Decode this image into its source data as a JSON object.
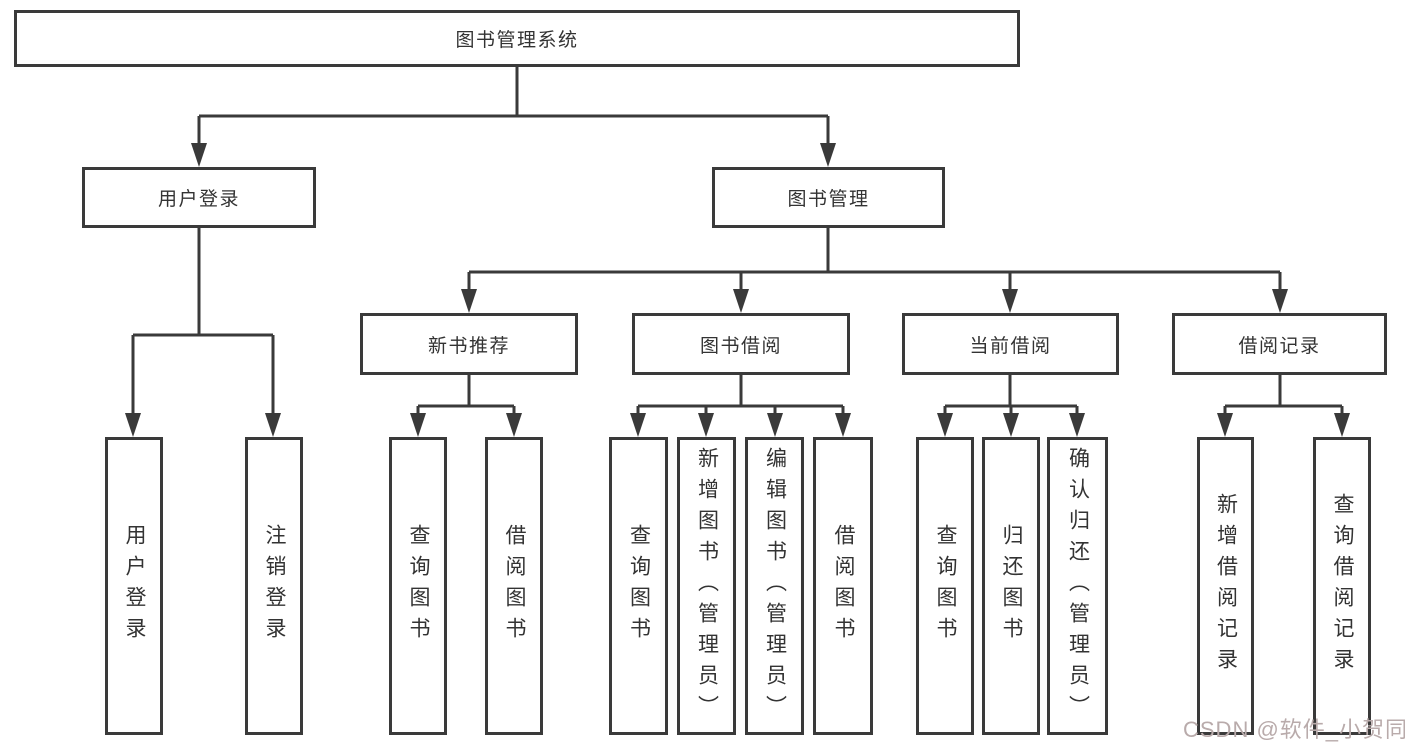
{
  "diagram_title": "图书管理系统",
  "tree": {
    "label": "图书管理系统",
    "children": [
      {
        "label": "用户登录",
        "children": [
          {
            "label": "用户登录"
          },
          {
            "label": "注销登录"
          }
        ]
      },
      {
        "label": "图书管理",
        "children": [
          {
            "label": "新书推荐",
            "children": [
              {
                "label": "查询图书"
              },
              {
                "label": "借阅图书"
              }
            ]
          },
          {
            "label": "图书借阅",
            "children": [
              {
                "label": "查询图书"
              },
              {
                "label": "新增图书（管理员）"
              },
              {
                "label": "编辑图书（管理员）"
              },
              {
                "label": "借阅图书"
              }
            ]
          },
          {
            "label": "当前借阅",
            "children": [
              {
                "label": "查询图书"
              },
              {
                "label": "归还图书"
              },
              {
                "label": "确认归还（管理员）"
              }
            ]
          },
          {
            "label": "借阅记录",
            "children": [
              {
                "label": "新增借阅记录"
              },
              {
                "label": "查询借阅记录"
              }
            ]
          }
        ]
      }
    ]
  },
  "watermark": {
    "text": "CSDN @软件_小贺同学",
    "color": "#b9abab"
  },
  "colors": {
    "line": "#3a3a3a",
    "box_border": "#3a3a3a",
    "text": "#333333",
    "background": "#ffffff"
  }
}
